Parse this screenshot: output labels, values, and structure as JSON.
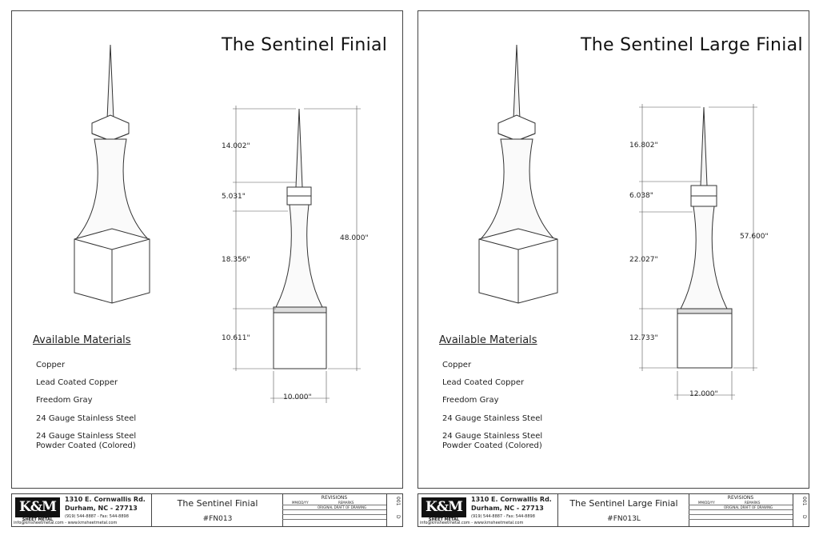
{
  "sheets": [
    {
      "title": "The Sentinel Finial",
      "materials_heading": "Available Materials",
      "materials": [
        "Copper",
        "Lead Coated Copper",
        "Freedom Gray",
        "24 Gauge Stainless Steel",
        "24 Gauge Stainless Steel",
        "Powder Coated (Colored)"
      ],
      "dims": {
        "spire": "14.002\"",
        "collar": "5.031\"",
        "taper": "18.356\"",
        "base": "10.611\"",
        "total": "48.000\"",
        "width": "10.000\""
      },
      "titleblock": {
        "name": "The Sentinel Finial",
        "number": "#FN013"
      }
    },
    {
      "title": "The Sentinel Large Finial",
      "materials_heading": "Available Materials",
      "materials": [
        "Copper",
        "Lead Coated Copper",
        "Freedom Gray",
        "24 Gauge Stainless Steel",
        "24 Gauge Stainless Steel",
        "Powder Coated (Colored)"
      ],
      "dims": {
        "spire": "16.802\"",
        "collar": "6.038\"",
        "taper": "22.027\"",
        "base": "12.733\"",
        "total": "57.600\"",
        "width": "12.000\""
      },
      "titleblock": {
        "name": "The Sentinel Large Finial",
        "number": "#FN013L"
      }
    }
  ],
  "company": {
    "logo": "K&M",
    "logo_sub": "SHEET METAL",
    "address1": "1310 E. Cornwallis Rd.",
    "address2": "Durham, NC - 27713",
    "phone": "(919) 544-8887 - Fax: 544-8898",
    "email": "info@kmsheetmetal.com - www.kmsheetmetal.com"
  },
  "revisions": {
    "title": "REVISIONS",
    "col_date": "MM/DD/YY",
    "col_remarks": "REMARKS",
    "first_remark": "ORIGINAL DRAFT OF DRAWING"
  },
  "side_labels": {
    "top": "001",
    "bottom": "D"
  }
}
